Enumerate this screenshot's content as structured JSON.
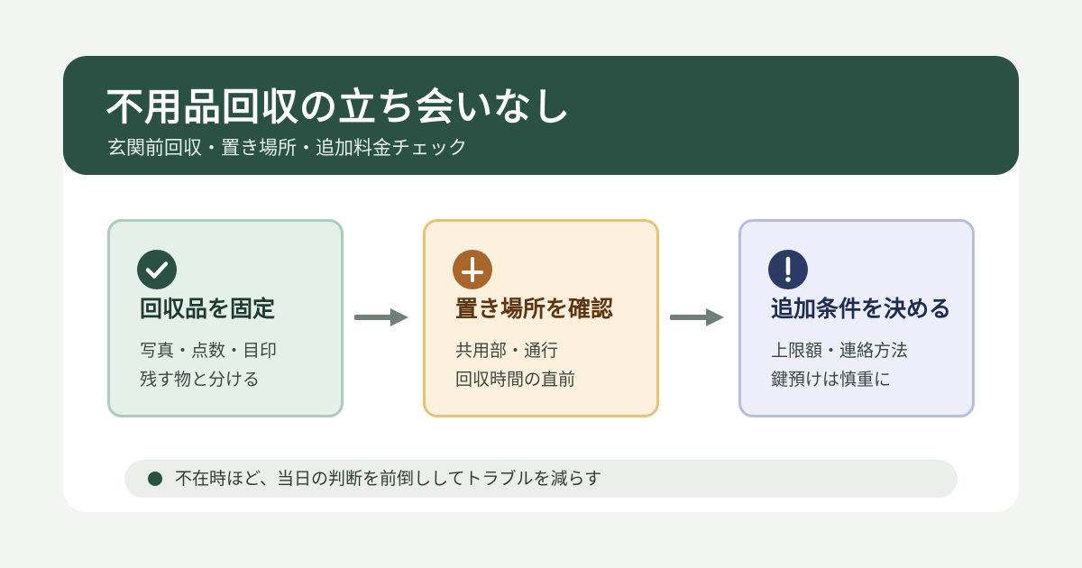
{
  "header": {
    "title": "不用品回収の立ち会いなし",
    "subtitle": "玄関前回収・置き場所・追加料金チェック"
  },
  "steps": [
    {
      "icon": "checkmark-icon",
      "title": "回収品を固定",
      "lines": [
        "写真・点数・目印",
        "残す物と分ける"
      ]
    },
    {
      "icon": "location-pin-icon",
      "title": "置き場所を確認",
      "lines": [
        "共用部・通行",
        "回収時間の直前"
      ]
    },
    {
      "icon": "exclamation-icon",
      "title": "追加条件を決める",
      "lines": [
        "上限額・連絡方法",
        "鍵預けは慎重に"
      ]
    }
  ],
  "note": {
    "text": "不在時ほど、当日の判断を前倒ししてトラブルを減らす"
  },
  "colors": {
    "header_bg": "#2b5145",
    "step1_accent": "#2b5145",
    "step2_accent": "#a8662a",
    "step3_accent": "#2c3b64",
    "arrow": "#6f8079"
  }
}
